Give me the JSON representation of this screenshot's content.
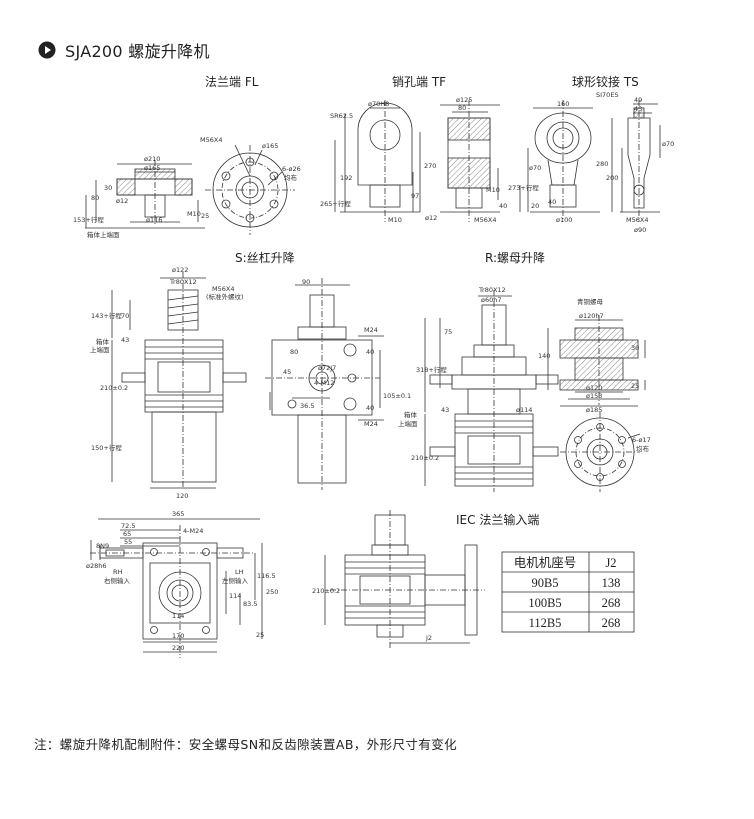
{
  "header": {
    "title": "SJA200 螺旋升降机",
    "icon": "play-circle-icon"
  },
  "sections": {
    "fl": {
      "title": "法兰端 FL",
      "dims": [
        "M56X4",
        "ø165",
        "6-ø26",
        "均布",
        "ø210",
        "ø165",
        "30",
        "80",
        "ø12",
        "ø116",
        "M10",
        "25",
        "153+行程",
        "箱体上端面"
      ]
    },
    "tf": {
      "title": "销孔端 TF",
      "dims": [
        "ø70H8",
        "ø125",
        "SR62.5",
        "80",
        "270",
        "192",
        "265+行程",
        "97",
        "M10",
        "ø12",
        "M56X4",
        "M10",
        "40"
      ]
    },
    "ts": {
      "title": "球形铰接 TS",
      "subtitle": "SI70ES",
      "dims": [
        "160",
        "49",
        "43",
        "ø70",
        "ø70",
        "280",
        "200",
        "273+行程",
        "20",
        "40",
        "ø100",
        "M56X4",
        "ø90"
      ]
    },
    "s": {
      "title": "S:丝杠升降",
      "dims": [
        "ø122",
        "Tr80X12",
        "M56X4",
        "(标准外螺纹)",
        "90",
        "143+行程",
        "70",
        "43",
        "箱体",
        "上端面",
        "210±0.2",
        "150+行程",
        "120",
        "M24",
        "80",
        "40",
        "45",
        "ø72J7",
        "4-M12",
        "105±0.1",
        "36.5",
        "M24",
        "40"
      ]
    },
    "r": {
      "title": "R:螺母升降",
      "dims": [
        "Tr80X12",
        "ø60h7",
        "75",
        "318+行程",
        "ø114",
        "43",
        "箱体",
        "上端面",
        "210±0.2",
        "青铜螺母",
        "ø120h7",
        "140",
        "30",
        "ø120",
        "ø153",
        "ø185",
        "25",
        "6-ø17",
        "均布"
      ]
    },
    "bottom": {
      "dims": [
        "365",
        "72.5",
        "65",
        "55",
        "4-M24",
        "ø28h6",
        "8N9",
        "RH",
        "右侧输入",
        "LH",
        "左侧输入",
        "114",
        "116.5",
        "250",
        "83.5",
        "25",
        "114",
        "170",
        "220"
      ]
    },
    "iec": {
      "title": "IEC 法兰输入端",
      "dims": [
        "210±0.2",
        "J2"
      ]
    }
  },
  "motor_table": {
    "headers": [
      "电机机座号",
      "J2"
    ],
    "rows": [
      [
        "90B5",
        "138"
      ],
      [
        "100B5",
        "268"
      ],
      [
        "112B5",
        "268"
      ]
    ]
  },
  "footnote": "注：螺旋升降机配制附件：安全螺母SN和反齿隙装置AB，外形尺寸有变化",
  "colors": {
    "line": "#333333",
    "background": "#ffffff",
    "icon": "#222222"
  }
}
